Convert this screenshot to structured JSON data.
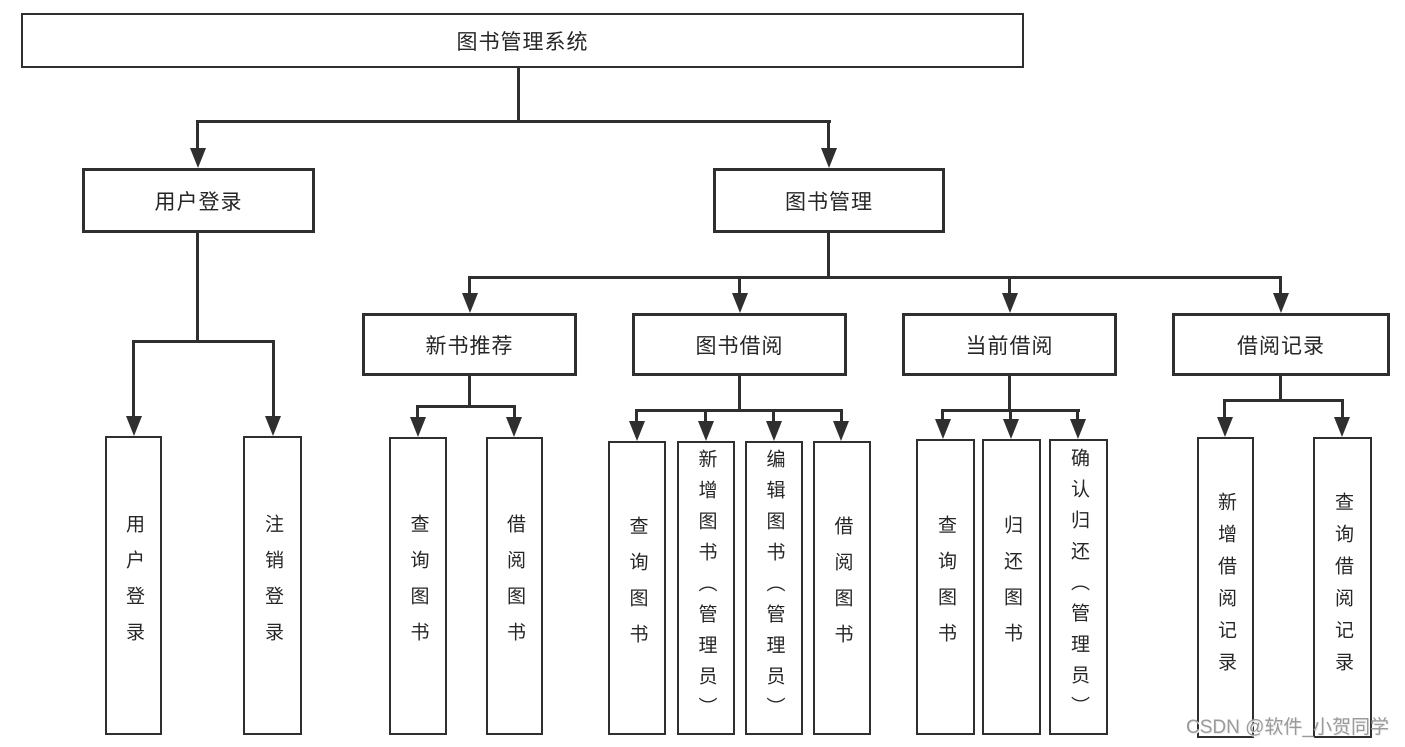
{
  "diagram": {
    "type": "tree",
    "tree": {
      "label": "图书管理系统",
      "children": [
        {
          "label": "用户登录",
          "children": [
            {
              "label": "用户登录"
            },
            {
              "label": "注销登录"
            }
          ]
        },
        {
          "label": "图书管理",
          "children": [
            {
              "label": "新书推荐",
              "children": [
                {
                  "label": "查询图书"
                },
                {
                  "label": "借阅图书"
                }
              ]
            },
            {
              "label": "图书借阅",
              "children": [
                {
                  "label": "查询图书"
                },
                {
                  "label": "新增图书（管理员）"
                },
                {
                  "label": "编辑图书（管理员）"
                },
                {
                  "label": "借阅图书"
                }
              ]
            },
            {
              "label": "当前借阅",
              "children": [
                {
                  "label": "查询图书"
                },
                {
                  "label": "归还图书"
                },
                {
                  "label": "确认归还（管理员）"
                }
              ]
            },
            {
              "label": "借阅记录",
              "children": [
                {
                  "label": "新增借阅记录"
                },
                {
                  "label": "查询借阅记录"
                }
              ]
            }
          ]
        }
      ]
    },
    "colors": {
      "line": "#2f2f2f",
      "text": "#262626",
      "background": "#ffffff"
    }
  },
  "watermark": {
    "text": "CSDN @软件_小贺同学",
    "color": "#9a9a9a"
  }
}
